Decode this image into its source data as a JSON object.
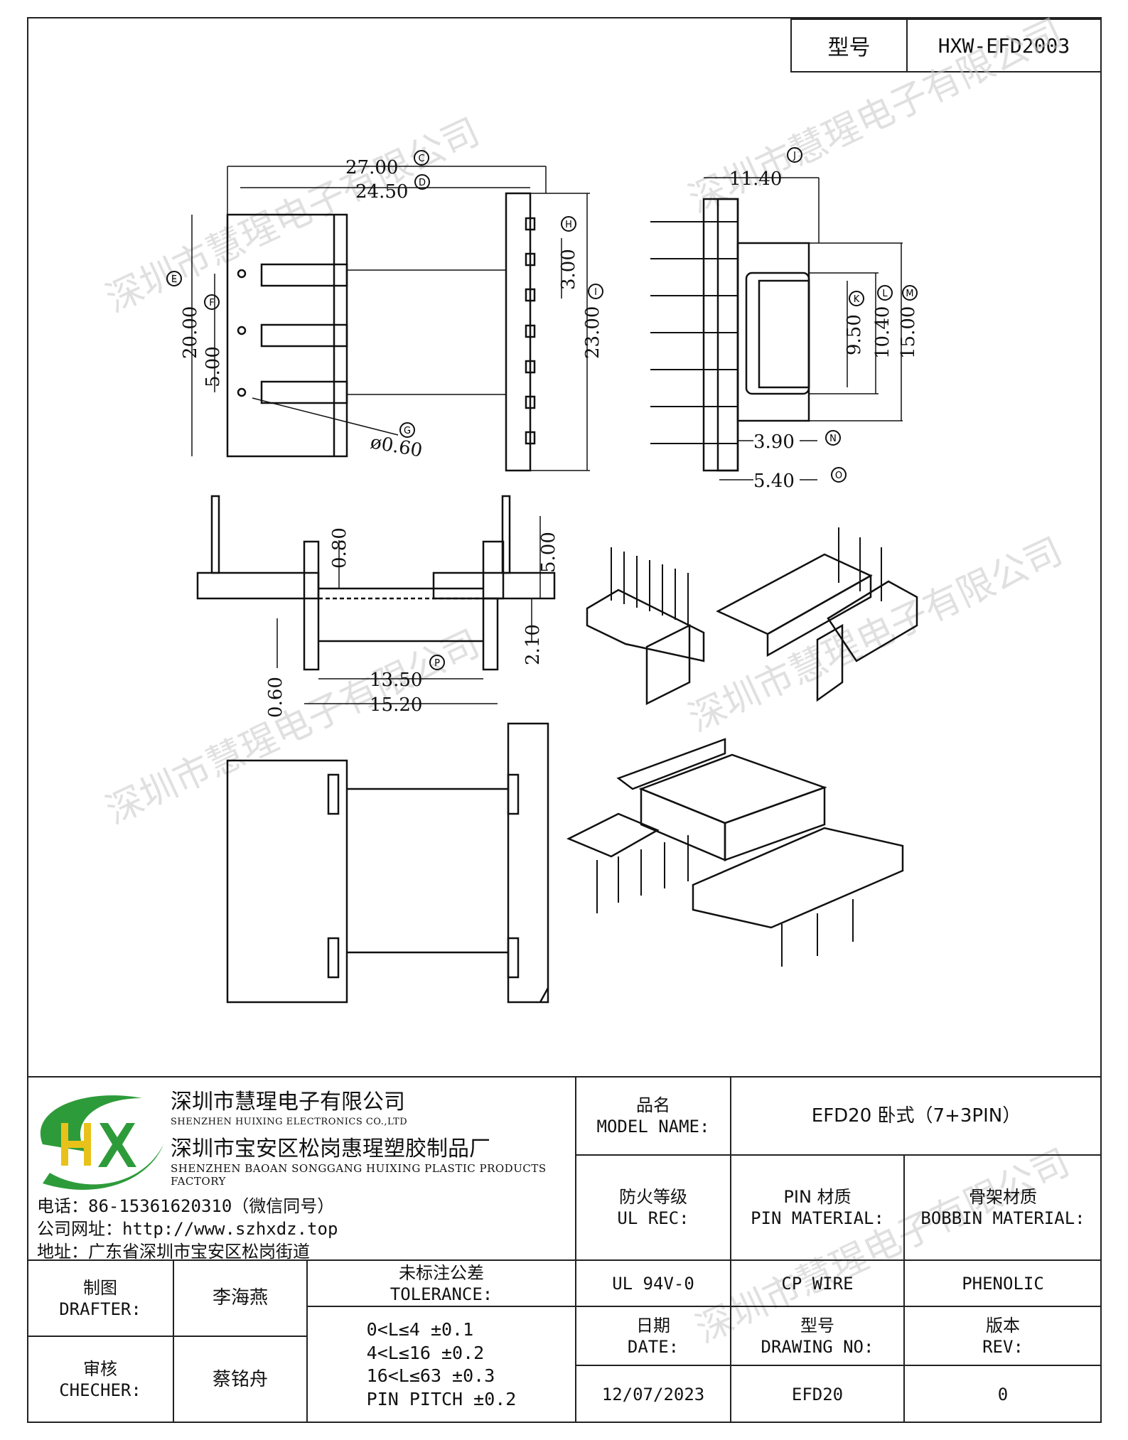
{
  "header": {
    "label": "型号",
    "value": "HXW-EFD2003"
  },
  "dimensions": {
    "top_view": {
      "width_overall": "27.00",
      "width_inner": "24.50",
      "height": "20.00",
      "pitch": "5.00",
      "pin_dia": "ø0.60",
      "pin_pitch": "3.00",
      "overall_height": "23.00"
    },
    "side_view": {
      "depth": "11.40",
      "window": "9.50",
      "inner": "10.40",
      "outer": "15.00",
      "d1": "3.90",
      "d2": "5.40"
    },
    "front_view": {
      "a": "0.80",
      "b": "5.00",
      "c": "2.10",
      "d": "0.60",
      "e": "13.50",
      "f": "15.20"
    }
  },
  "circle_marks": [
    "C",
    "D",
    "E",
    "F",
    "G",
    "H",
    "I",
    "J",
    "K",
    "L",
    "M",
    "N",
    "O",
    "P"
  ],
  "watermark": "深圳市慧瑆电子有限公司",
  "company": {
    "logo_text": "HX",
    "name_cn": "深圳市慧瑆电子有限公司",
    "name_en": "SHENZHEN HUIXING ELECTRONICS CO.,LTD",
    "factory_cn": "深圳市宝安区松岗惠瑆塑胶制品厂",
    "factory_en": "SHENZHEN BAOAN SONGGANG HUIXING PLASTIC PRODUCTS FACTORY",
    "phone": "电话：86-15361620310（微信同号）",
    "website": "公司网址：http://www.szhxdz.top",
    "address": "地址：广东省深圳市宝安区松岗街道"
  },
  "table": {
    "model_name_label_cn": "品名",
    "model_name_label_en": "MODEL NAME:",
    "model_name_value": "EFD20 卧式（7+3PIN）",
    "ul_label_cn": "防火等级",
    "ul_label_en": "UL REC:",
    "pin_label_cn": "PIN 材质",
    "pin_label_en": "PIN MATERIAL:",
    "bobbin_label_cn": "骨架材质",
    "bobbin_label_en": "BOBBIN MATERIAL:",
    "ul_value": "UL 94V-0",
    "pin_value": "CP WIRE",
    "bobbin_value": "PHENOLIC",
    "date_label_cn": "日期",
    "date_label_en": "DATE:",
    "drawing_label_cn": "型号",
    "drawing_label_en": "DRAWING NO:",
    "rev_label_cn": "版本",
    "rev_label_en": "REV:",
    "date_value": "12/07/2023",
    "drawing_value": "EFD20",
    "rev_value": "0",
    "drafter_label_cn": "制图",
    "drafter_label_en": "DRAFTER:",
    "drafter_value": "李海燕",
    "checker_label_cn": "审核",
    "checker_label_en": "CHECHER:",
    "checker_value": "蔡铭舟",
    "tolerance_label_cn": "未标注公差",
    "tolerance_label_en": "TOLERANCE:",
    "tolerance_lines": [
      "0<L≤4   ±0.1",
      "4<L≤16  ±0.2",
      "16<L≤63  ±0.3",
      "PIN PITCH  ±0.2"
    ]
  },
  "colors": {
    "logo_green": "#2e9b3a",
    "logo_yellow": "#e8c21a",
    "line": "#222222"
  }
}
